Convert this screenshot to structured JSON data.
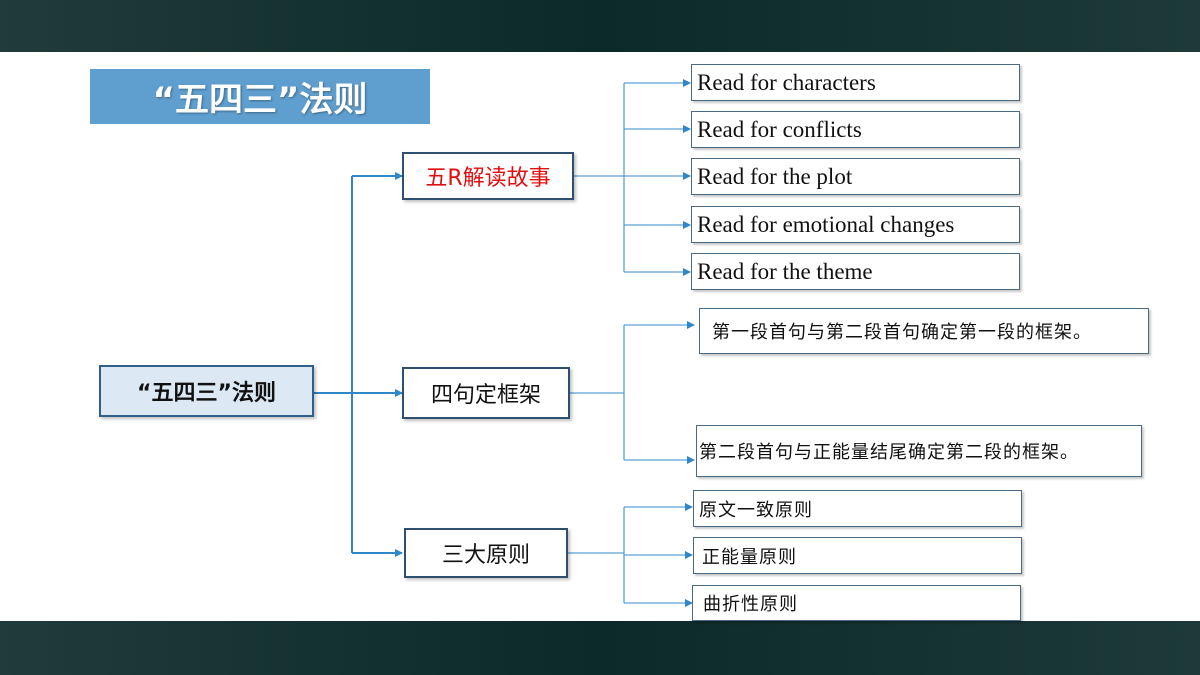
{
  "banner": {
    "title": "“五四三”法则"
  },
  "root": {
    "label": "“五四三”法则"
  },
  "branches": {
    "b1": {
      "label": "五R解读故事",
      "color": "#e01010",
      "items": [
        "Read for characters",
        "Read for conflicts",
        "Read for the plot",
        "Read for emotional changes",
        "Read for the theme"
      ]
    },
    "b2": {
      "label": "四句定框架",
      "items": [
        "第一段首句与第二段首句确定第一段的框架。",
        "第二段首句与正能量结尾确定第二段的框架。"
      ]
    },
    "b3": {
      "label": "三大原则",
      "items": [
        "原文一致原则",
        "正能量原则",
        "曲折性原则"
      ]
    }
  },
  "colors": {
    "connector": "#2f86c8",
    "banner": "#5f9fcf",
    "band": "#0b2a29"
  }
}
